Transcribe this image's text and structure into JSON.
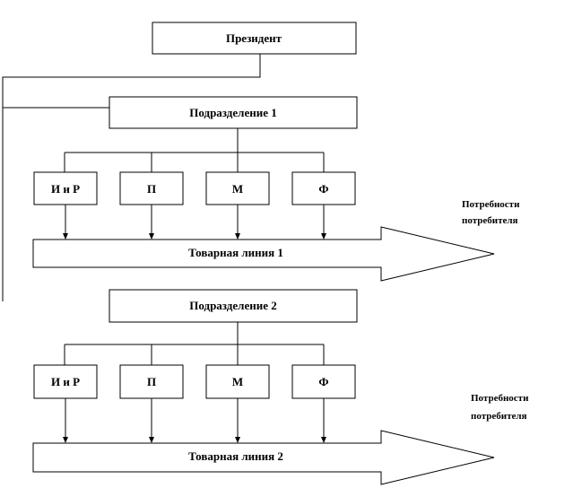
{
  "president": {
    "label": "Президент"
  },
  "divisions": [
    {
      "label": "Подразделение 1",
      "functions": [
        "И и Р",
        "П",
        "М",
        "Ф"
      ],
      "product_line": "Товарная линия 1",
      "needs": [
        "Потребности",
        "потребителя"
      ]
    },
    {
      "label": "Подразделение 2",
      "functions": [
        "И и Р",
        "П",
        "М",
        "Ф"
      ],
      "product_line": "Товарная линия 2",
      "needs": [
        "Потребности",
        "потребителя"
      ]
    }
  ],
  "colors": {
    "stroke": "#000000",
    "background": "#ffffff"
  }
}
